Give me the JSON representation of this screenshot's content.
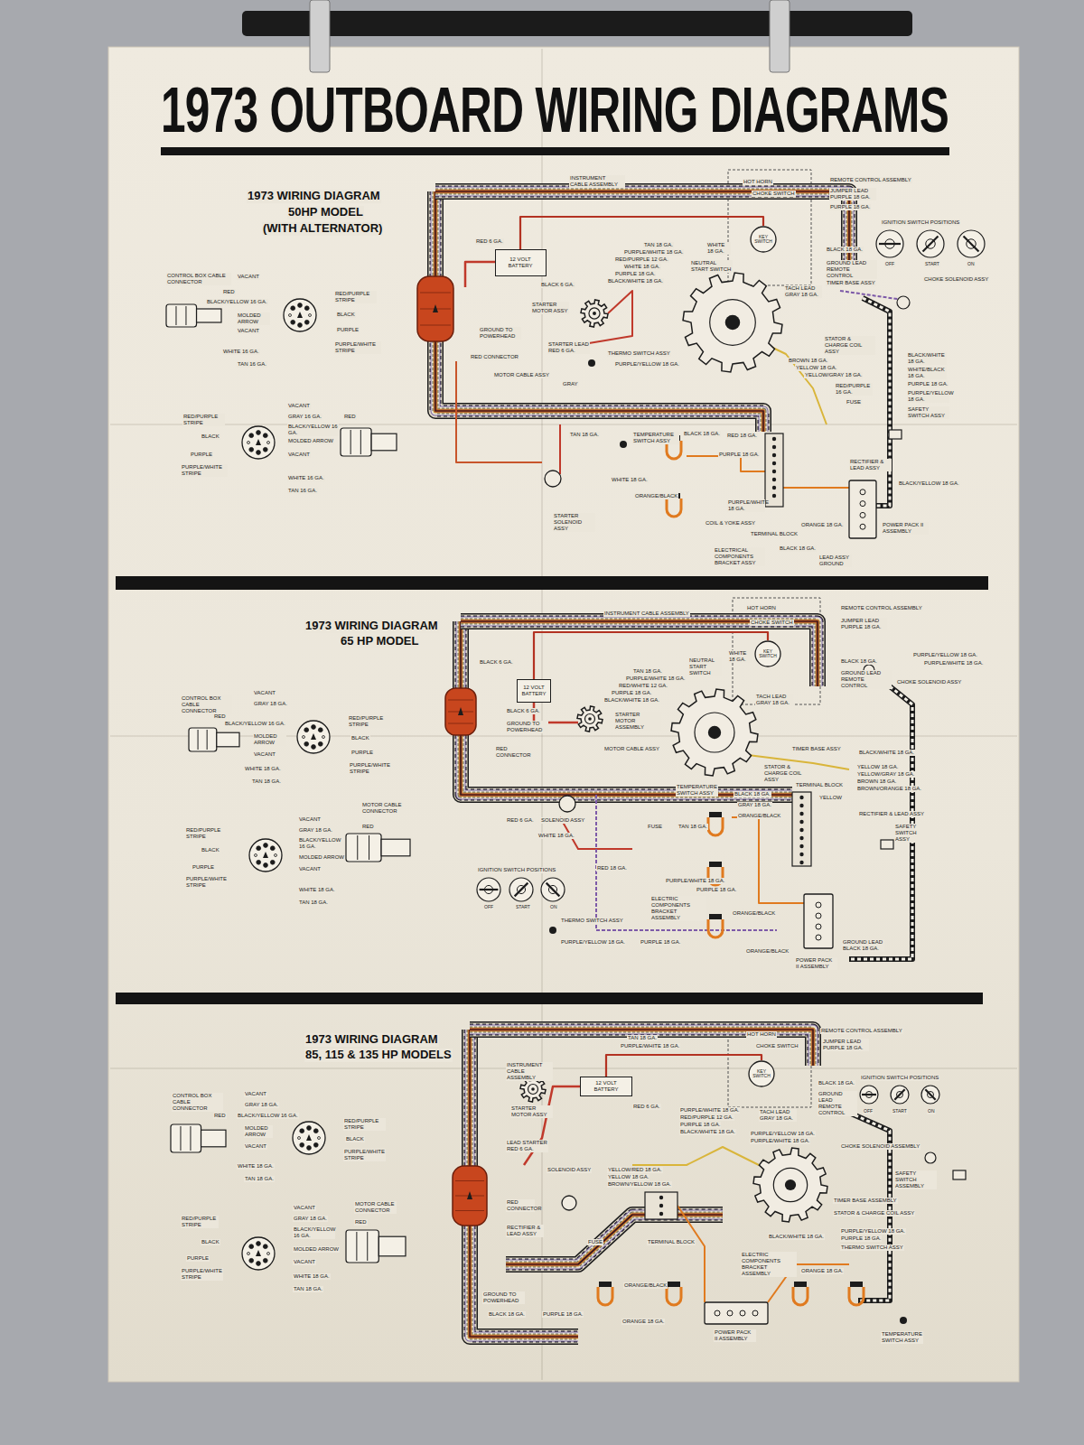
{
  "diagram": {
    "title": "1973 OUTBOARD WIRING DIAGRAMS",
    "nodes": [
      {
        "text": [
          "12 VOLT BATTERY"
        ]
      },
      {
        "text": [
          "KEY SWITCH"
        ]
      },
      {
        "text": [
          "12 VOLT BATTERY"
        ]
      },
      {
        "text": [
          "KEY SWITCH"
        ]
      },
      {
        "text": [
          "12 VOLT BATTERY"
        ]
      },
      {
        "text": [
          "KEY SWITCH"
        ]
      }
    ],
    "edges": [
      {
        "from": 0,
        "to": 1,
        "arrow": "none"
      },
      {
        "from": 2,
        "to": 3,
        "arrow": "none"
      },
      {
        "from": 4,
        "to": 5,
        "arrow": "none"
      }
    ],
    "labels": [
      "1973 WIRING DIAGRAM",
      "50HP MODEL",
      "(WITH ALTERNATOR)",
      "CONTROL BOX CABLE CONNECTOR",
      "VACANT",
      "RED",
      "BLACK/YELLOW 16 GA.",
      "MOLDED ARROW",
      "VACANT",
      "WHITE 16 GA.",
      "TAN 16 GA.",
      "RED/PURPLE STRIPE",
      "BLACK",
      "PURPLE",
      "PURPLE/WHITE STRIPE",
      "VACANT",
      "RED/PURPLE STRIPE",
      "GRAY 16 GA.",
      "BLACK/YELLOW 16 GA.",
      "BLACK",
      "MOLDED ARROW",
      "PURPLE",
      "VACANT",
      "PURPLE/WHITE STRIPE",
      "WHITE 16 GA.",
      "TAN 16 GA.",
      "RED",
      "INSTRUMENT CABLE ASSEMBLY",
      "HOT HORN",
      "CHOKE SWITCH",
      "REMOTE CONTROL ASSEMBLY",
      "JUMPER LEAD PURPLE 18 GA.",
      "PURPLE 18 GA.",
      "IGNITION SWITCH POSITIONS",
      "OFF",
      "START",
      "ON",
      "BLACK 18 GA.",
      "GROUND LEAD REMOTE CONTROL",
      "TAN 18 GA.",
      "PURPLE/WHITE 18 GA.",
      "RED/PURPLE 12 GA.",
      "WHITE 18 GA.",
      "PURPLE 18 GA.",
      "BLACK/WHITE 18 GA.",
      "WHITE 18 GA.",
      "NEUTRAL START SWITCH",
      "RED 6 GA.",
      "BLACK 6 GA.",
      "STARTER MOTOR ASSY",
      "GROUND TO POWERHEAD",
      "RED CONNECTOR",
      "MOTOR CABLE ASSY",
      "STARTER LEAD RED 6 GA.",
      "THERMO SWITCH ASSY",
      "PURPLE/YELLOW 18 GA.",
      "GRAY",
      "TACH LEAD GRAY 18 GA.",
      "TIMER BASE ASSY",
      "CHOKE SOLENOID ASSY",
      "STATOR & CHARGE COIL ASSY",
      "BROWN 18 GA.",
      "YELLOW 18 GA.",
      "YELLOW/GRAY 18 GA.",
      "RED/PURPLE 16 GA.",
      "FUSE",
      "BLACK/WHITE 18 GA.",
      "WHITE/BLACK 18 GA.",
      "PURPLE 18 GA.",
      "PURPLE/YELLOW 18 GA.",
      "SAFETY SWITCH ASSY",
      "TAN 18 GA.",
      "TEMPERATURE SWITCH ASSY",
      "BLACK 18 GA.",
      "RED 18 GA.",
      "PURPLE 18 GA.",
      "WHITE 18 GA.",
      "RECTIFIER & LEAD ASSY",
      "BLACK/YELLOW 18 GA.",
      "ORANGE/BLACK",
      "PURPLE/WHITE 18 GA.",
      "STARTER SOLENOID ASSY",
      "COIL & YOKE ASSY",
      "TERMINAL BLOCK",
      "ORANGE 18 GA.",
      "POWER PACK II ASSEMBLY",
      "ELECTRICAL COMPONENTS BRACKET ASSY",
      "BLACK 18 GA.",
      "LEAD ASSY GROUND",
      "1973 WIRING DIAGRAM",
      "65 HP MODEL",
      "CONTROL BOX CABLE CONNECTOR",
      "VACANT",
      "GRAY 18 GA.",
      "RED",
      "BLACK/YELLOW 16 GA.",
      "MOLDED ARROW",
      "VACANT",
      "WHITE 18 GA.",
      "TAN 18 GA.",
      "RED/PURPLE STRIPE",
      "BLACK",
      "PURPLE",
      "PURPLE/WHITE STRIPE",
      "VACANT",
      "MOTOR CABLE CONNECTOR",
      "RED/PURPLE STRIPE",
      "GRAY 18 GA.",
      "BLACK/YELLOW 16 GA.",
      "RED",
      "BLACK",
      "MOLDED ARROW",
      "PURPLE",
      "VACANT",
      "PURPLE/WHITE STRIPE",
      "WHITE 18 GA.",
      "TAN 18 GA.",
      "INSTRUMENT CABLE ASSEMBLY",
      "HOT HORN",
      "CHOKE SWITCH",
      "REMOTE CONTROL ASSEMBLY",
      "JUMPER LEAD PURPLE 18 GA.",
      "PURPLE/YELLOW 18 GA.",
      "PURPLE/WHITE 18 GA.",
      "BLACK 18 GA.",
      "GROUND LEAD REMOTE CONTROL",
      "CHOKE SOLENOID ASSY",
      "TAN 18 GA.",
      "PURPLE/WHITE 18 GA.",
      "RED/WHITE 12 GA.",
      "PURPLE 18 GA.",
      "BLACK/WHITE 18 GA.",
      "NEUTRAL START SWITCH",
      "WHITE 18 GA.",
      "TACH LEAD GRAY 18 GA.",
      "BLACK 6 GA.",
      "BLACK 6 GA.",
      "STARTER MOTOR ASSEMBLY",
      "GROUND TO POWERHEAD",
      "RED CONNECTOR",
      "MOTOR CABLE ASSY",
      "TIMER BASE ASSY",
      "BLACK/WHITE 18 GA.",
      "STATOR & CHARGE COIL ASSY",
      "TEMPERATURE SWITCH ASSY",
      "TERMINAL BLOCK",
      "YELLOW 18 GA.",
      "YELLOW/GRAY 18 GA.",
      "BROWN 18 GA.",
      "BROWN/ORANGE 18 GA.",
      "RED 6 GA.",
      "SOLENOID ASSY",
      "BLACK 18 GA.",
      "GRAY 18 GA.",
      "ORANGE/BLACK",
      "TAN 18 GA.",
      "FUSE",
      "WHITE 18 GA.",
      "YELLOW",
      "RECTIFIER & LEAD ASSY",
      "SAFETY SWITCH ASSY",
      "RED 18 GA.",
      "PURPLE/WHITE 18 GA.",
      "PURPLE 18 GA.",
      "ELECTRIC COMPONENTS BRACKET ASSEMBLY",
      "ORANGE/BLACK",
      "THERMO SWITCH ASSY",
      "PURPLE/YELLOW 18 GA.",
      "PURPLE 18 GA.",
      "ORANGE/BLACK",
      "POWER PACK II ASSEMBLY",
      "GROUND LEAD BLACK 18 GA.",
      "IGNITION SWITCH POSITIONS",
      "OFF",
      "START",
      "ON",
      "1973 WIRING DIAGRAM",
      "85, 115 & 135 HP MODELS",
      "CONTROL BOX CABLE CONNECTOR",
      "RED",
      "VACANT",
      "GRAY 18 GA.",
      "BLACK/YELLOW 16 GA.",
      "MOLDED ARROW",
      "VACANT",
      "WHITE 18 GA.",
      "TAN 18 GA.",
      "RED/PURPLE STRIPE",
      "BLACK",
      "PURPLE/WHITE STRIPE",
      "VACANT",
      "MOTOR CABLE CONNECTOR",
      "GRAY 18 GA.",
      "RED/PURPLE STRIPE",
      "BLACK/YELLOW 16 GA.",
      "RED",
      "BLACK",
      "MOLDED ARROW",
      "PURPLE",
      "VACANT",
      "PURPLE/WHITE STRIPE",
      "WHITE 18 GA.",
      "TAN 18 GA.",
      "TAN 18 GA.",
      "PURPLE/WHITE 18 GA.",
      "HOT HORN",
      "CHOKE SWITCH",
      "REMOTE CONTROL ASSEMBLY",
      "JUMPER LEAD PURPLE 18 GA.",
      "BLACK 18 GA.",
      "GROUND LEAD REMOTE CONTROL",
      "IGNITION SWITCH POSITIONS",
      "OFF",
      "START",
      "ON",
      "INSTRUMENT CABLE ASSEMBLY",
      "STARTER MOTOR ASSY",
      "RED 6 GA.",
      "PURPLE/WHITE 18 GA.",
      "RED/PURPLE 12 GA.",
      "PURPLE 18 GA.",
      "BLACK/WHITE 18 GA.",
      "TACH LEAD GRAY 18 GA.",
      "PURPLE/YELLOW 18 GA.",
      "PURPLE/WHITE 18 GA.",
      "CHOKE SOLENOID ASSEMBLY",
      "LEAD STARTER RED 6 GA.",
      "SOLENOID ASSY",
      "YELLOW/RED 18 GA.",
      "YELLOW 18 GA.",
      "BROWN/YELLOW 18 GA.",
      "SAFETY SWITCH ASSEMBLY",
      "TIMER BASE ASSEMBLY",
      "STATOR & CHARGE COIL ASSY",
      "RED CONNECTOR",
      "PURPLE/YELLOW 18 GA.",
      "PURPLE 18 GA.",
      "THERMO SWITCH ASSY",
      "BLACK/WHITE 18 GA.",
      "RECTIFIER & LEAD ASSY",
      "TERMINAL BLOCK",
      "FUSE",
      "ELECTRIC COMPONENTS BRACKET ASSEMBLY",
      "ORANGE 18 GA.",
      "GROUND TO POWERHEAD",
      "BLACK 18 GA.",
      "PURPLE 18 GA.",
      "ORANGE/BLACK",
      "ORANGE 18 GA.",
      "POWER PACK II ASSEMBLY",
      "TEMPERATURE SWITCH ASSY"
    ]
  }
}
